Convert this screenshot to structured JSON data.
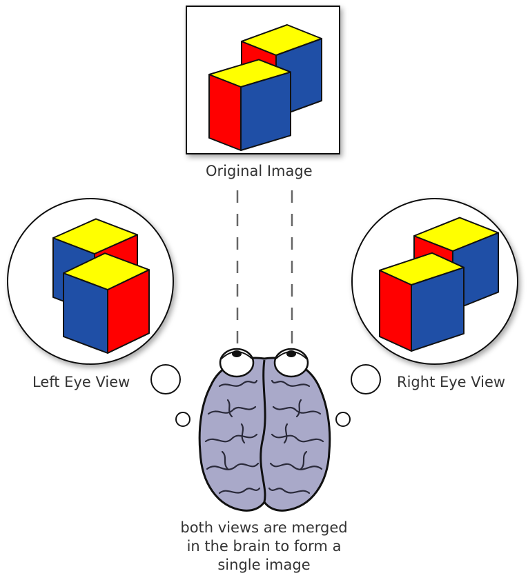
{
  "labels": {
    "original": "Original Image",
    "left_eye": "Left Eye View",
    "right_eye": "Right Eye View",
    "caption_lines": [
      "both views are merged",
      "in the brain to form a",
      "single image"
    ]
  },
  "colors": {
    "cube_top": "#ffff00",
    "cube_left_face": "#ff0000",
    "cube_right_face": "#1f4fa6",
    "brain": "#a9a9c9",
    "outline": "#111111"
  },
  "icons": [
    "cube-icon",
    "brain-icon",
    "eye-icon",
    "thought-bubble-icon"
  ]
}
